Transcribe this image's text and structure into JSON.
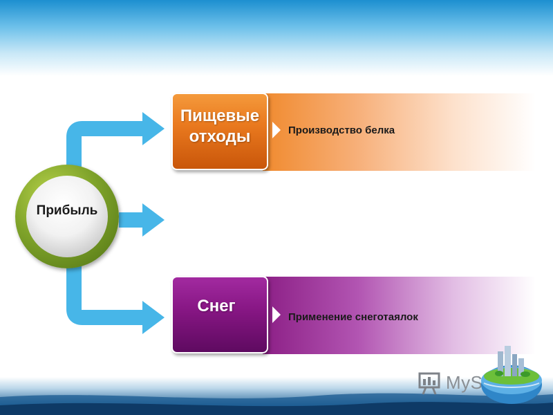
{
  "hub": {
    "label": "Прибыль"
  },
  "branches": [
    {
      "tile": "Пищевые\nотходы",
      "description": "Производство белка",
      "color": "#ea7a1f"
    },
    {
      "tile": "Снег",
      "description": "Применение снеготаялок",
      "color": "#861683"
    }
  ],
  "colors": {
    "connector": "#47b6e8",
    "hub_ring": "#7fa32a",
    "header": "#1d8fd0"
  },
  "logo": {
    "text": "MyShared"
  }
}
